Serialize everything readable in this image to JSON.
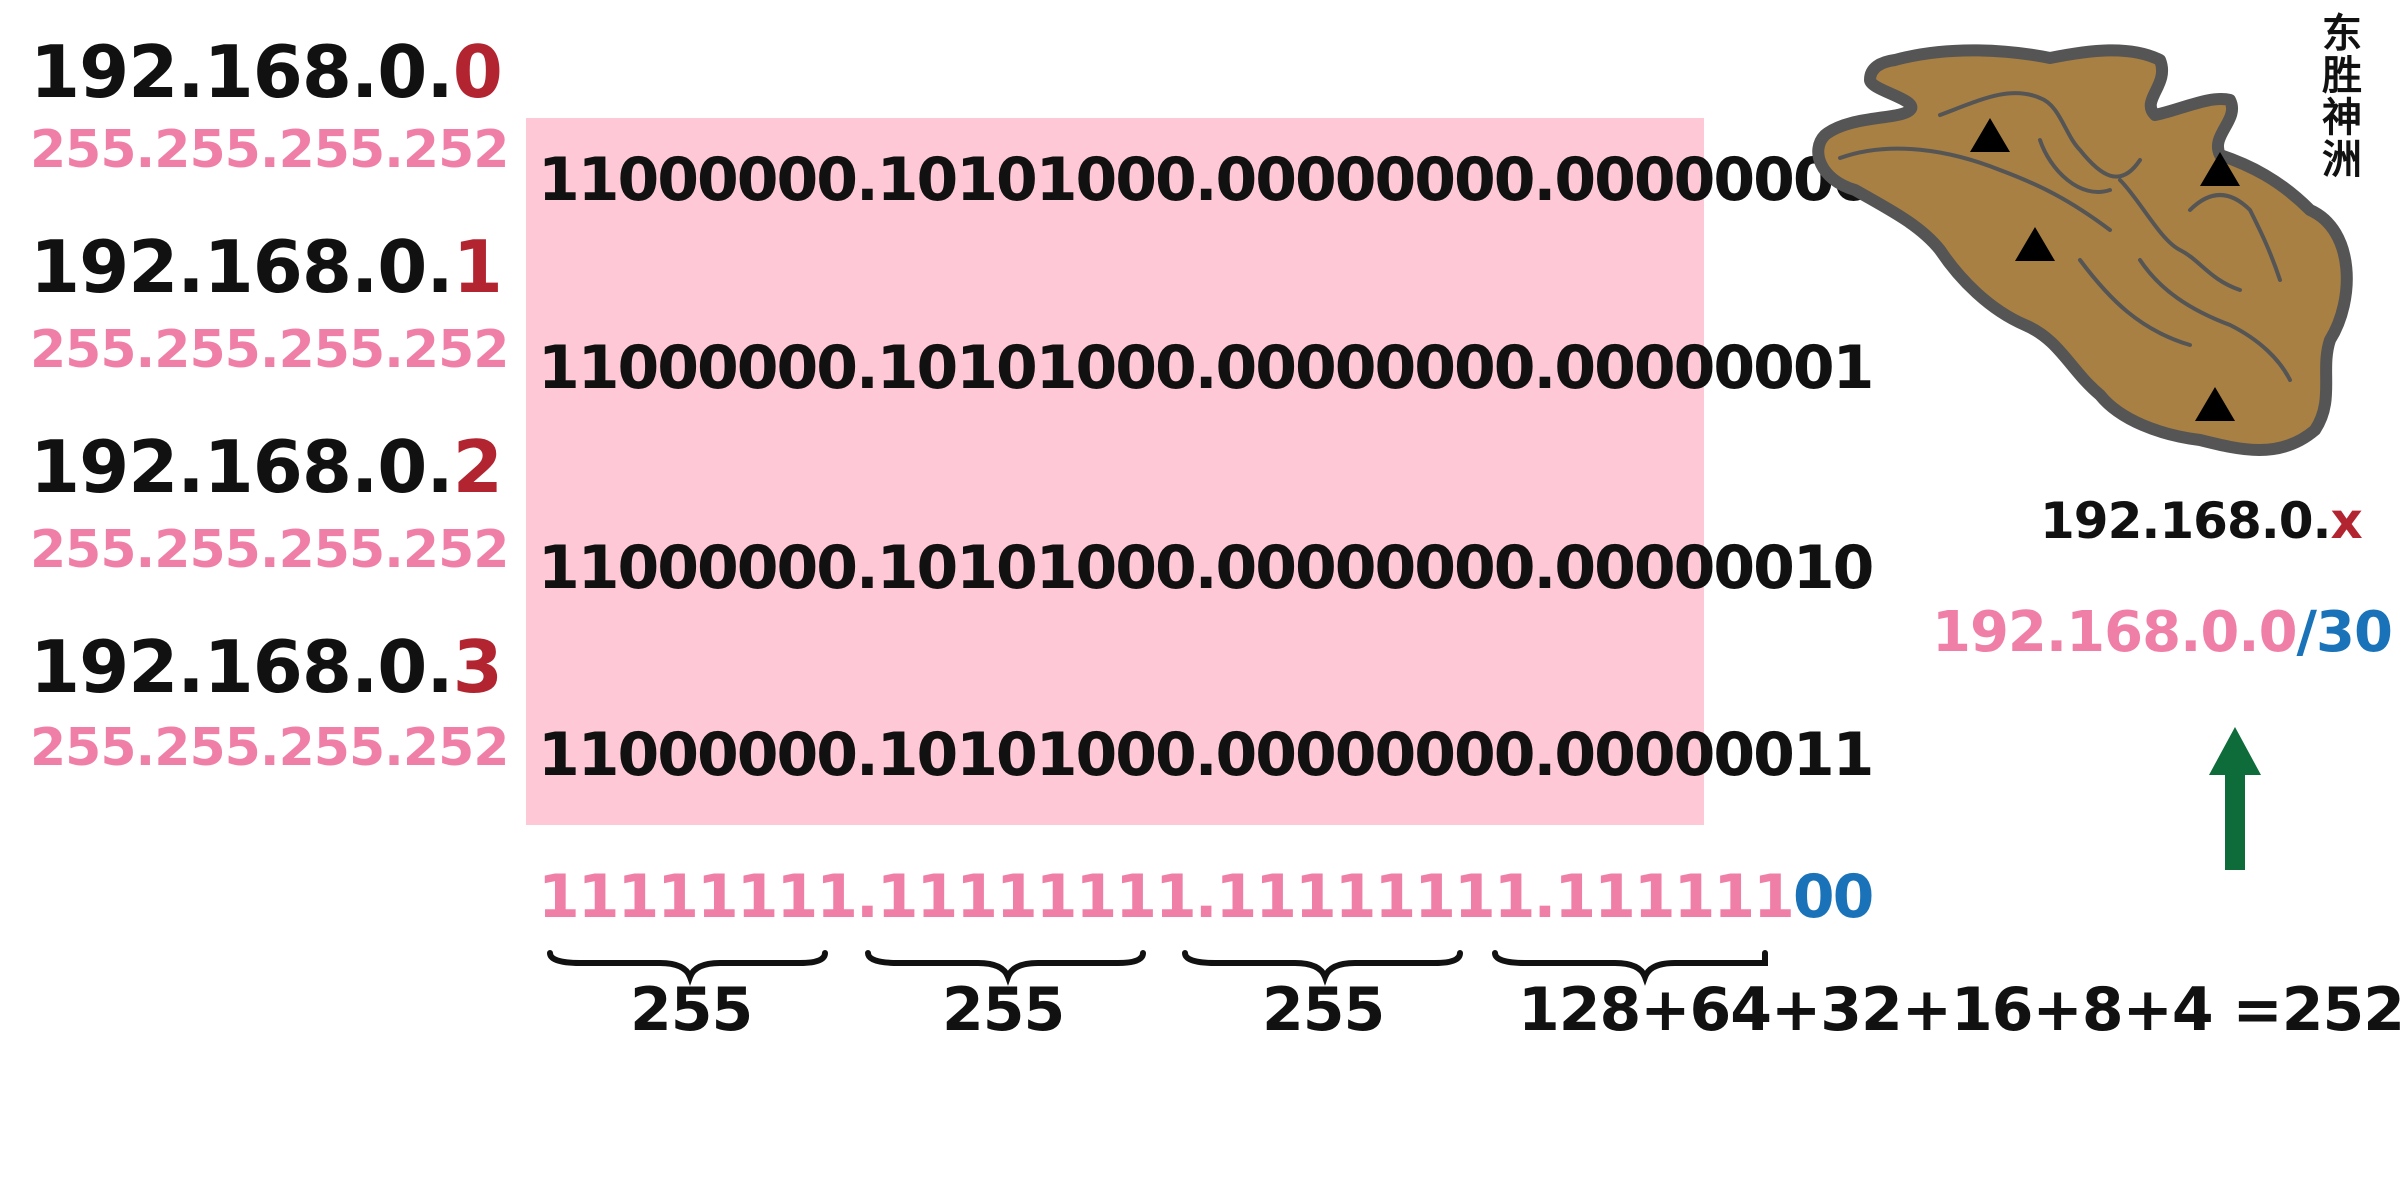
{
  "ip_rows": [
    {
      "prefix": "192.168.0.",
      "last": "0",
      "mask": "255.255.255.252",
      "binary": "11000000.10101000.00000000.00000000"
    },
    {
      "prefix": "192.168.0.",
      "last": "1",
      "mask": "255.255.255.252",
      "binary": "11000000.10101000.00000000.00000001"
    },
    {
      "prefix": "192.168.0.",
      "last": "2",
      "mask": "255.255.255.252",
      "binary": "11000000.10101000.00000000.00000010"
    },
    {
      "prefix": "192.168.0.",
      "last": "3",
      "mask": "255.255.255.252",
      "binary": "11000000.10101000.00000000.00000011"
    }
  ],
  "mask_binary": {
    "network_part": "11111111.11111111.11111111.111111",
    "host_part": "00"
  },
  "octet_sums": [
    "255",
    "255",
    "255",
    "128+64+32+16+8+4 =252"
  ],
  "map": {
    "title": "东胜神洲",
    "fill_color": "#a88043",
    "outline_color": "#555555"
  },
  "network_ip": {
    "prefix": "192.168.0.",
    "suffix": "x"
  },
  "cidr": {
    "address": "192.168.0.0",
    "prefix": "/30"
  },
  "colors": {
    "highlight_red": "#b32431",
    "pink": "#f07fa8",
    "blue": "#1a73b8",
    "arrow_green": "#0e6b3a",
    "box_pink": "#ffc8d6"
  },
  "icons": {
    "arrow": "up-arrow-icon",
    "mountain": "mountain-triangle-icon"
  }
}
